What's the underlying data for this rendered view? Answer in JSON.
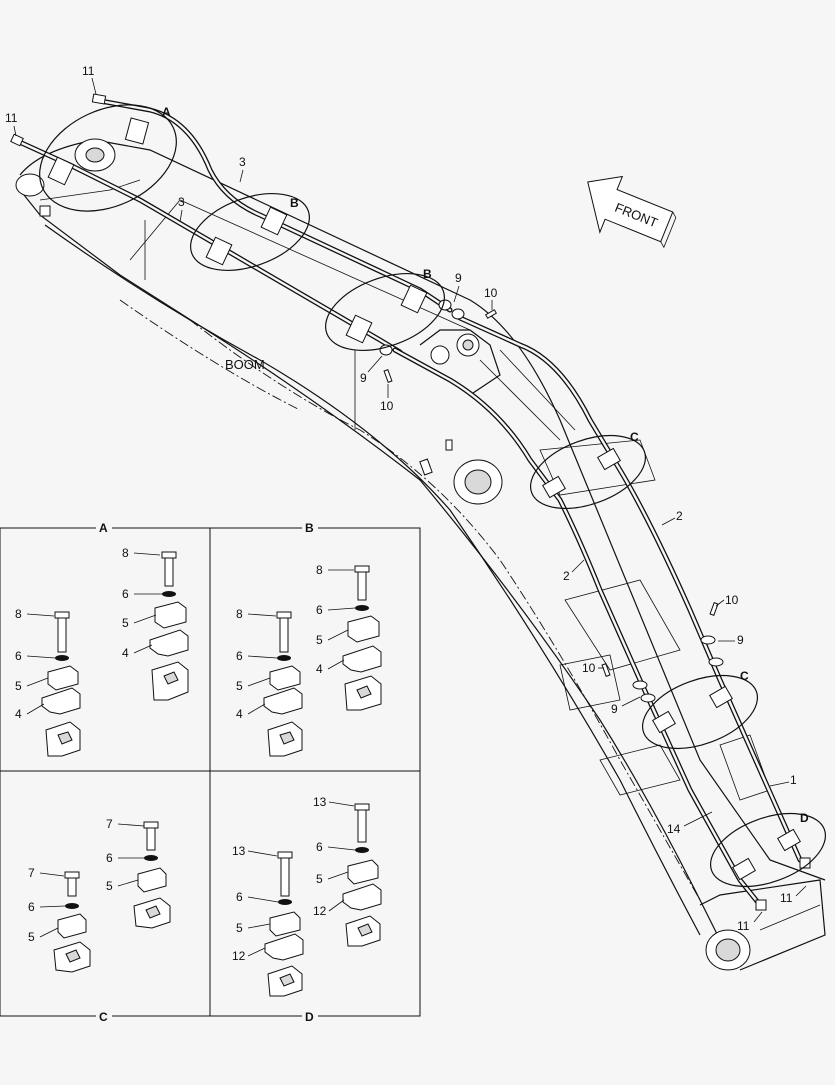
{
  "main_labels": {
    "boom": "BOOM",
    "front": "FRONT"
  },
  "callouts": {
    "A": "A",
    "B": "B",
    "C": "C",
    "D": "D"
  },
  "part_numbers": {
    "p1": "1",
    "p2": "2",
    "p3": "3",
    "p4": "4",
    "p5": "5",
    "p6": "6",
    "p7": "7",
    "p8": "8",
    "p9": "9",
    "p10": "10",
    "p11": "11",
    "p12": "12",
    "p13": "13",
    "p14": "14"
  },
  "panels": [
    {
      "id": "A",
      "title": "A"
    },
    {
      "id": "B",
      "title": "B"
    },
    {
      "id": "C",
      "title": "C"
    },
    {
      "id": "D",
      "title": "D"
    }
  ]
}
